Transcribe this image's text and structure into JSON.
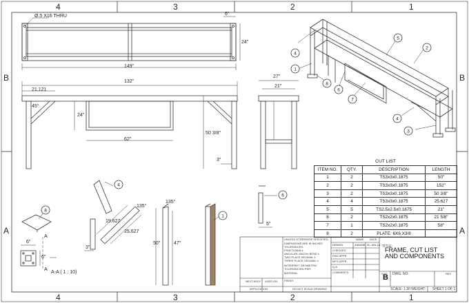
{
  "zones": {
    "top": [
      "4",
      "3",
      "2",
      "1"
    ],
    "bottom": [
      "4",
      "3",
      "2",
      "1"
    ],
    "left": [
      "B",
      "A"
    ],
    "right": [
      "B",
      "A"
    ]
  },
  "top_view": {
    "hole_note": "Ø.5 X16 THRU",
    "dim_overall": "149\"",
    "dim_height": "24\"",
    "dim_offset": "6\""
  },
  "front_view": {
    "dim_overall": "132\"",
    "dim_left": "21.121",
    "dim_angle": "45°",
    "dim_inner_h": "24\"",
    "dim_inner_w": "62\"",
    "dim_height": "50 3/8\"",
    "dim_foot": "3\""
  },
  "side_view": {
    "dim_outer": "27\"",
    "dim_inner": "21\""
  },
  "details": {
    "item8_label": "8",
    "dim_plate_w": "6\"",
    "dim_plate_h": "6\"",
    "section_label": "A",
    "section_note": "A-A ( 1 : 10)",
    "item4_label": "4",
    "dim_item4_len": "25.627",
    "dim_item4_short": "19.627",
    "dim_item4_angle": "135°",
    "dim_item4_w": "3\"",
    "dim_post_h": "50\"",
    "dim_post_h2": "47\"",
    "dim_post_angle": "135°",
    "item1_label": "1",
    "item6_label": "6",
    "dim_item6": "5\""
  },
  "iso_view": {
    "balloons": [
      "4",
      "5",
      "2",
      "1",
      "8",
      "6",
      "7",
      "4",
      "3"
    ]
  },
  "cut_list": {
    "title": "CUT LIST",
    "headers": [
      "ITEM NO.",
      "QTY.",
      "DESCRIPTION",
      "LENGTH"
    ],
    "rows": [
      [
        "1",
        "2",
        "TS3x3x0.1875",
        "50\""
      ],
      [
        "2",
        "2",
        "TS3x3x0.1875",
        "152\""
      ],
      [
        "3",
        "2",
        "TS3x3x0.1875",
        "50 3/8\""
      ],
      [
        "4",
        "4",
        "TS3x3x0.1875",
        "25.627"
      ],
      [
        "5",
        "5",
        "TS2.5x2.5x0.1875",
        "21\""
      ],
      [
        "6",
        "2",
        "TS2x2x0.1875",
        "21 5/8\""
      ],
      [
        "7",
        "1",
        "TS2x2x0.1875",
        "58\""
      ],
      [
        "8",
        "2",
        "PLATE: 6X6 X3/8",
        ""
      ]
    ]
  },
  "title_block": {
    "unless": "UNLESS OTHERWISE SPECIFIED:",
    "dims_in": "DIMENSIONS ARE IN INCHES",
    "tolerances": "TOLERANCES:",
    "fractional": "FRACTIONAL±",
    "angular": "ANGULAR: MACH±   BEND ±",
    "two_place": "TWO PLACE DECIMAL ±",
    "three_place": "THREE PLACE DECIMAL ±",
    "interpret": "INTERPRET GEOMETRIC",
    "tolerancing": "TOLERANCING PER:",
    "material": "MATERIAL",
    "finish": "FINISH",
    "next_assy": "NEXT ASSY",
    "used_on": "USED ON",
    "application": "APPLICATION",
    "do_not_scale": "DO NOT SCALE DRAWING",
    "name_col": "NAME",
    "date_col": "DATE",
    "drawn": "DRAWN",
    "drawn_name": "AIAWBB",
    "drawn_date": "30-JAN-18",
    "checked": "CHECKED",
    "eng_appr": "ENG APPR.",
    "mfg_appr": "MFG APPR.",
    "qa": "Q.A.",
    "comments": "COMMENTS:",
    "title_label": "TITLE:",
    "title_line1": "FRAME, CUT LIST",
    "title_line2": "AND COMPONENTS",
    "size_label": "SIZE",
    "size": "B",
    "dwg_no": "DWG.  NO.",
    "rev": "REV",
    "scale": "SCALE: 1:30 WEIGHT:",
    "sheet": "SHEET 1 OF 1"
  }
}
